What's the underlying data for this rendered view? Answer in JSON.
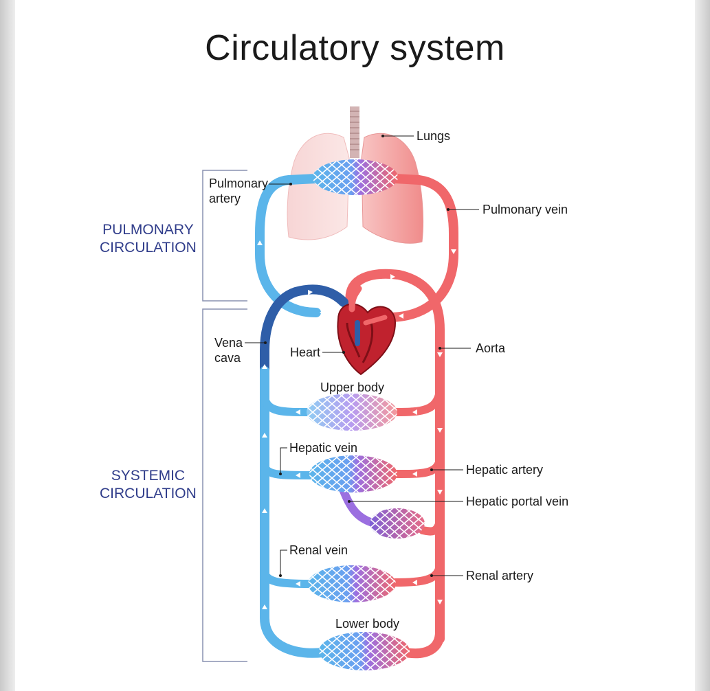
{
  "title": "Circulatory system",
  "sections": {
    "pulmonary_line1": "PULMONARY",
    "pulmonary_line2": "CIRCULATION",
    "systemic_line1": "SYSTEMIC",
    "systemic_line2": "CIRCULATION"
  },
  "labels": {
    "lungs": "Lungs",
    "pulmonary_artery_line1": "Pulmonary",
    "pulmonary_artery_line2": "artery",
    "pulmonary_vein": "Pulmonary vein",
    "vena_cava_line1": "Vena",
    "vena_cava_line2": "cava",
    "heart": "Heart",
    "aorta": "Aorta",
    "upper_body": "Upper body",
    "hepatic_vein": "Hepatic vein",
    "hepatic_artery": "Hepatic artery",
    "hepatic_portal_vein": "Hepatic portal vein",
    "renal_vein": "Renal vein",
    "renal_artery": "Renal artery",
    "lower_body": "Lower body"
  },
  "colors": {
    "deoxygenated": "#5bb5ea",
    "oxygenated": "#f0676a",
    "vena_cava": "#2f5ea8",
    "mixed": "#9b6fe0",
    "heart": "#c0222e",
    "section_text": "#2f3c8a",
    "bracket": "#8891b0"
  }
}
